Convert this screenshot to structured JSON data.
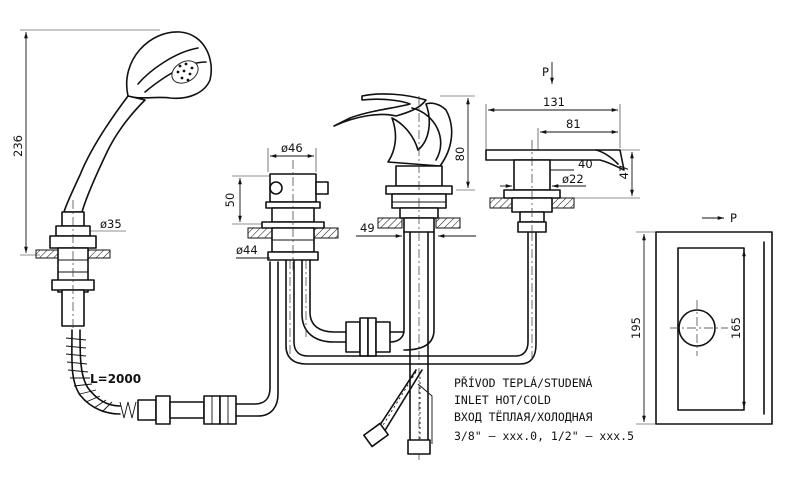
{
  "dimensions": {
    "handshower_height": "236",
    "handshower_nut_dia": "ø35",
    "hose_length": "L=2000",
    "valve_dia_top": "ø46",
    "valve_height": "50",
    "valve_dia_base": "ø44",
    "spout_offset": "49",
    "lever_height": "80",
    "arrow_p_top": "P",
    "spout_length_total": "131",
    "spout_length_inner": "81",
    "spout_length_small": "40",
    "spout_height": "47",
    "spout_base_dia": "ø22",
    "arrow_p_right": "P",
    "plate_height": "195",
    "plate_inner_height": "165"
  },
  "note": {
    "line1": "PŘÍVOD TEPLÁ/STUDENÁ",
    "line2": "INLET HOT/COLD",
    "line3": "ВХОД ТЁПЛАЯ/ХОЛОДНАЯ",
    "line4": "3/8\" – xxx.0, 1/2\" – xxx.5"
  }
}
